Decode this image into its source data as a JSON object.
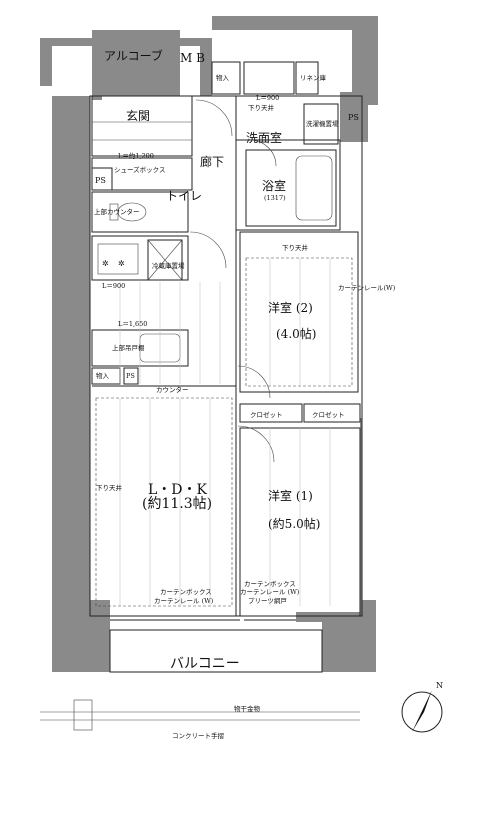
{
  "rooms": {
    "alcove": "アルコーブ",
    "mb": "M B",
    "nyuko_top": "物入",
    "storage_top_right": "リネン庫",
    "l900_top": "L＝900",
    "sagari_top": "下り天井",
    "ps_right": "PS",
    "washer": "洗濯機置場",
    "entrance": "玄関",
    "washroom": "洗面室",
    "corridor": "廊下",
    "l1200": "L＝約1,200",
    "ps_left": "PS",
    "shoebox": "シューズボックス",
    "bath": "浴室",
    "bath_size": "(1317)",
    "toilet": "トイレ",
    "upper_counter": "上部カウンター",
    "fridge": "冷蔵庫置場",
    "l900_kitchen": "L＝900",
    "sagari_w2": "下り天井",
    "curtain_rail_vertical": "カーテンレール(W)",
    "western2": "洋室 (2)",
    "western2_size": "(4.0帖)",
    "l1650": "L＝1,650",
    "upper_cabinet": "上部吊戸棚",
    "nyuko_mid": "物入",
    "ps_mid": "PS",
    "counter": "カウンター",
    "closet1": "クロゼット",
    "closet2": "クロゼット",
    "sagari_ldk": "下り天井",
    "ldk": "L・D・K",
    "ldk_size": "(約11.3帖)",
    "western1": "洋室 (1)",
    "western1_size": "(約5.0帖)",
    "curtain_box_left": "カーテンボックス",
    "curtain_rail_left": "カーテンレール (W)",
    "curtain_box_right": "カーテンボックス",
    "curtain_rail_right": "カーテンレール (W)",
    "pleats_screen": "プリーツ網戸",
    "balcony": "バルコニー",
    "laundry_hardware": "物干金物",
    "concrete_rail": "コンクリート手摺"
  },
  "compass": {
    "label": "N"
  },
  "colors": {
    "wall": "#8a8a8a",
    "line": "#222222",
    "hatch": "#bbbbbb"
  }
}
